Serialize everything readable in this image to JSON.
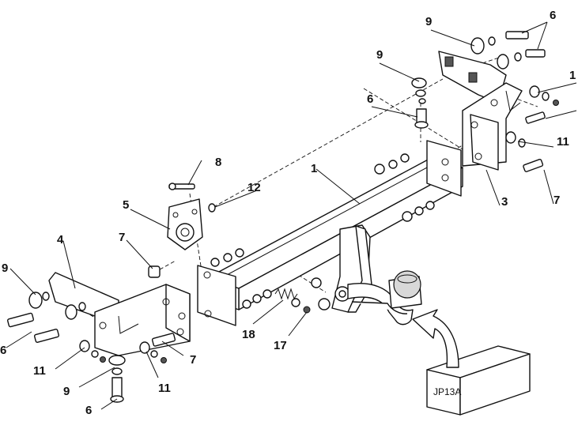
{
  "diagram": {
    "kit_box_label": "JP13A",
    "callouts": [
      "1",
      "3",
      "4",
      "5",
      "6",
      "7",
      "8",
      "9",
      "11",
      "12",
      "17",
      "18"
    ]
  },
  "labels": {
    "l1": "1",
    "l3": "3",
    "l4": "4",
    "l5": "5",
    "l6_top": "6",
    "l6_mid": "6",
    "l6_left": "6",
    "l6_bottom": "6",
    "l7_right": "7",
    "l7_left": "7",
    "l7_bottom": "7",
    "l8": "8",
    "l9_top": "9",
    "l9_mid": "9",
    "l9_left": "9",
    "l9_bottom": "9",
    "l11_right": "11",
    "l11_left": "11",
    "l11_bottom": "11",
    "l12": "12",
    "l17": "17",
    "l18": "18",
    "l1_cut": "1"
  }
}
